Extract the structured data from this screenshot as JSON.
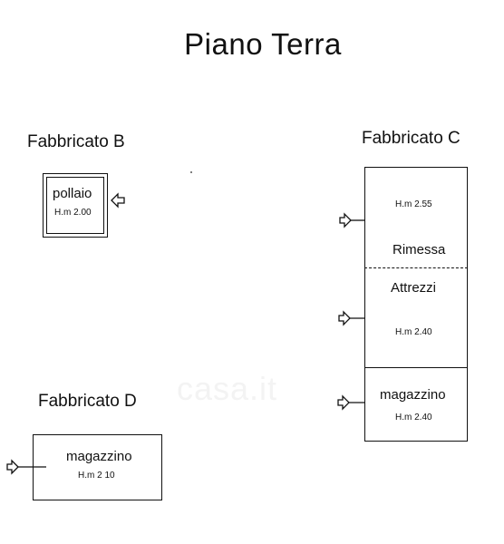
{
  "title": "Piano Terra",
  "watermark": "casa.it",
  "buildings": {
    "b": {
      "label": "Fabbricato B",
      "rooms": [
        {
          "name": "pollaio",
          "height": "H.m 2.00"
        }
      ]
    },
    "c": {
      "label": "Fabbricato C",
      "rooms": [
        {
          "name": "Rimessa",
          "height": "H.m 2.55"
        },
        {
          "name": "Attrezzi",
          "height": "H.m 2.40"
        },
        {
          "name": "magazzino",
          "height": "H.m 2.40"
        }
      ]
    },
    "d": {
      "label": "Fabbricato D",
      "rooms": [
        {
          "name": "magazzino",
          "height": "H.m 2 10"
        }
      ]
    }
  }
}
